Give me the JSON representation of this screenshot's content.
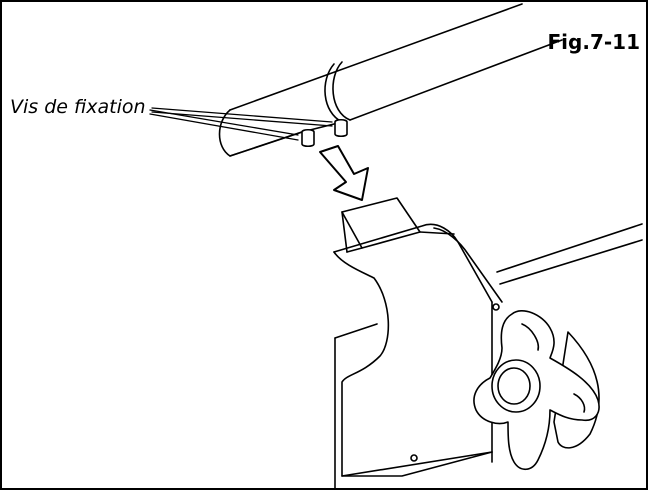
{
  "figure": {
    "label": "Fig.7-11",
    "callouts": {
      "fixing_screws": "Vis de fixation"
    }
  },
  "colors": {
    "line": "#000000",
    "background": "#ffffff"
  },
  "icons": [
    "down-arrow",
    "star-knob"
  ]
}
